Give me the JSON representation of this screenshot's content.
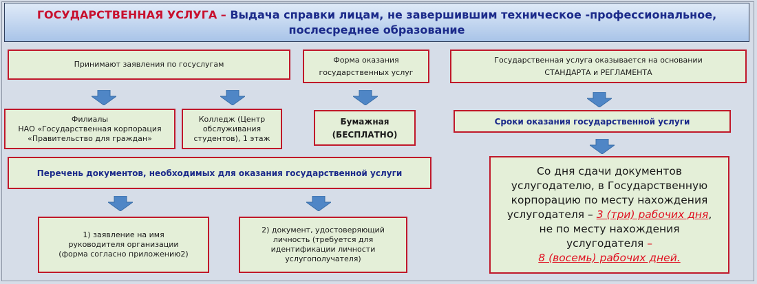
{
  "title": {
    "line1_red": "ГОСУДАРСТВЕННАЯ УСЛУГА –",
    "line1_navy": " Выдача справки лицам, не завершившим техническое -профессиональное,",
    "line2_navy": "послесреднее образование"
  },
  "boxes": {
    "accept": "Принимают заявления по госуслугам",
    "form_line1": "Форма оказания",
    "form_line2": "государственных услуг",
    "basis_line1": "Государственная услуга оказывается на основании",
    "basis_line2": "СТАНДАРТА и РЕГЛАМЕНТА",
    "branches_line1": "Филиалы",
    "branches_line2": "НАО «Государственная корпорация",
    "branches_line3": "«Правительство для граждан»",
    "college_line1": "Колледж (Центр",
    "college_line2": "обслуживания",
    "college_line3": "студентов), 1 этаж",
    "paper_line1": "Бумажная",
    "paper_line2": "(БЕСПЛАТНО)",
    "terms": "Сроки оказания государственной услуги",
    "docs_list": "Перечень документов, необходимых для оказания государственной услуги",
    "doc1_line1": "1) заявление на имя",
    "doc1_line2": "руководителя организации",
    "doc1_line3": "(форма согласно приложению2)",
    "doc2_line1": "2) документ, удостоверяющий",
    "doc2_line2": "личность (требуется для",
    "doc2_line3": "идентификации личности",
    "doc2_line4": "услугополучателя)",
    "deadline_p1": "Со дня сдачи документов услугодателю, в Государственную корпорацию по месту нахождения услугодателя – ",
    "deadline_em1": "3 (три) рабочих дня",
    "deadline_p2": ", не по месту нахождения услугодателя ",
    "deadline_dash": "–",
    "deadline_em2": "8 (восемь) рабочих дней."
  },
  "colors": {
    "border_red": "#c0182a",
    "box_fill": "#e4efd8",
    "arrow_blue": "#4f86c6",
    "title_red": "#c8102e",
    "title_navy": "#1b2a8a"
  }
}
